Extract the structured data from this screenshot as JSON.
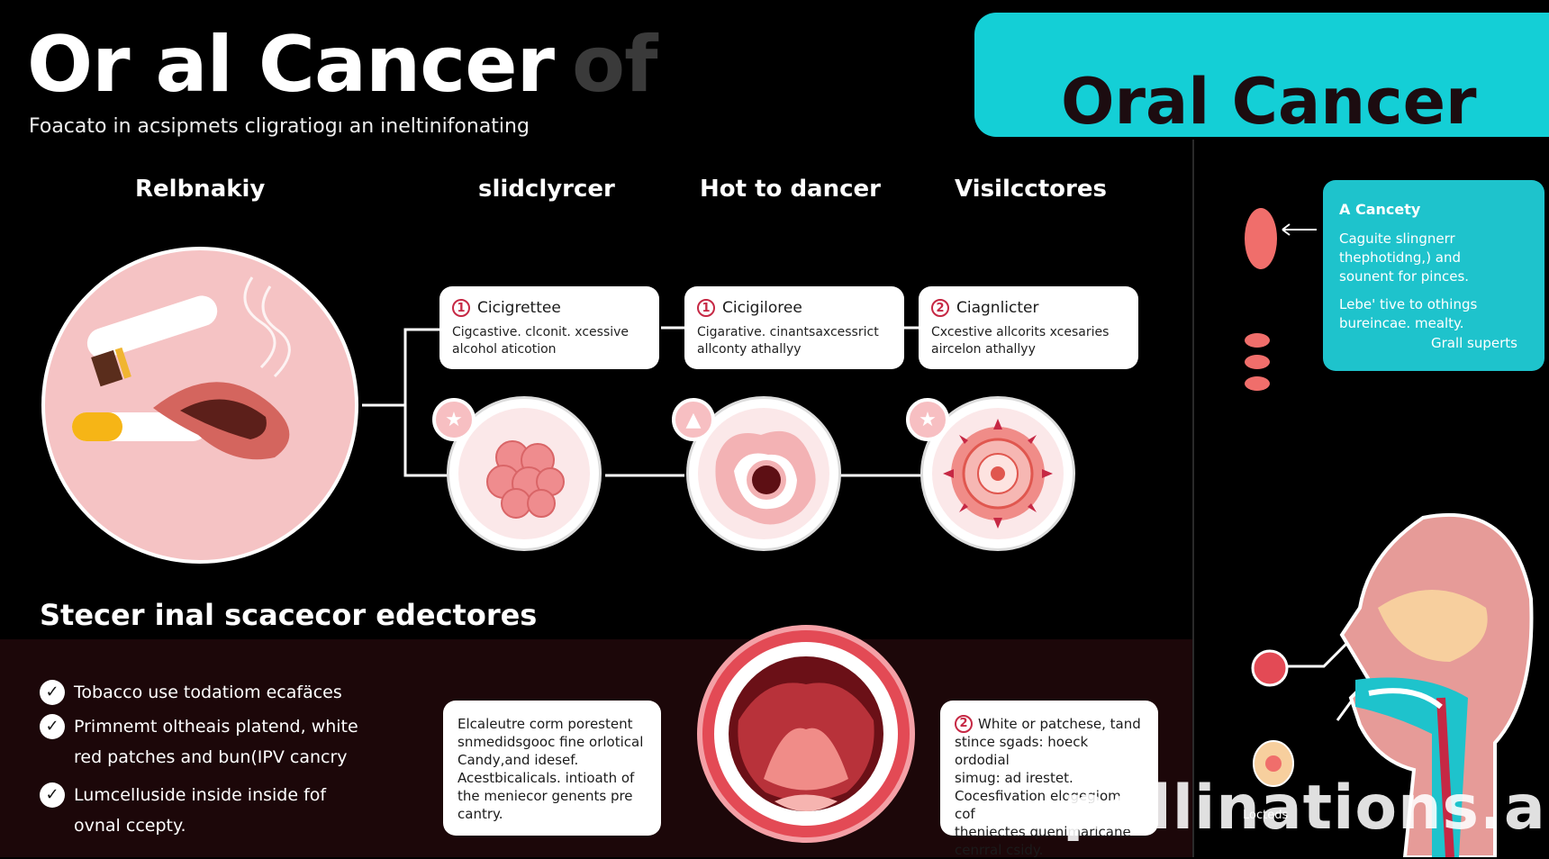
{
  "header": {
    "title": "Or al Cancer",
    "title_ghost": "of",
    "subtitle": "Foacato in acsipmets cligratiogı an ineltinifonating"
  },
  "banner": {
    "title": "Oral Cancer"
  },
  "categories": [
    "Relbnakiy",
    "slidclyrcer",
    "Hot to dancer",
    "Visilcctores"
  ],
  "cards_top": [
    {
      "num": "1",
      "title": "Cicigrettee",
      "body": "Cigcastive. clconit. xcessive alcohol aticotion"
    },
    {
      "num": "1",
      "title": "Cicigiloree",
      "body": "Cigarative. cinantsaxcessrict allconty athallyy"
    },
    {
      "num": "2",
      "title": "Ciagnlicter",
      "body": "Cxcestive allcorits xcesaries aircelon athallyy"
    }
  ],
  "section": {
    "title": "Stecer inal scacecor edectores",
    "checks": [
      {
        "lines": [
          "Tobacco use todatiom ecafäces"
        ]
      },
      {
        "lines": [
          "Primnemt oltheais platend, white",
          "red patches and bun(IPV cancry"
        ]
      },
      {
        "lines": [
          "Lumce⁠lluside inside inside fof",
          "ovnal ccepty."
        ]
      }
    ]
  },
  "cards_bottom": [
    {
      "lines": [
        "Elcaleutre corm porestent",
        "snmedidsgooc fine orlotical",
        "Candy,and idesef.",
        "Acestbicalicals. intioath of",
        "the meniecor genents pre",
        "cantry."
      ]
    },
    {
      "num": "2",
      "lines": [
        "White or patchese, tand",
        "stince sgads: hoeck ordodial",
        "simug: ad irestet.",
        "Cocesfivation elogegiom cof",
        "theniectes quenimaricane",
        "cenrral csidy."
      ]
    }
  ],
  "info_card": {
    "heading": "A Cancety",
    "body1": "Caguite slingnerr thephotidng,) and sounent for pinces.",
    "body2": "Lebe' tive to othings bureincae. mealty.",
    "footer": "Grall superts"
  },
  "watermark": "pollinations.ai",
  "tiny_label": "Locteds",
  "icons": [
    "cigarette-icon",
    "tongue-icon",
    "smoke-icon",
    "cell-cluster-icon",
    "cell-nucleus-icon",
    "tumor-cell-icon",
    "star-icon",
    "triangle-icon",
    "check-icon",
    "mouth-icon",
    "head-profile-icon",
    "arrow-left-icon"
  ],
  "colors": {
    "accent": "#14cfd6",
    "pink": "#f5c3c4",
    "red": "#c62844",
    "dark_band": "#1c0709"
  }
}
